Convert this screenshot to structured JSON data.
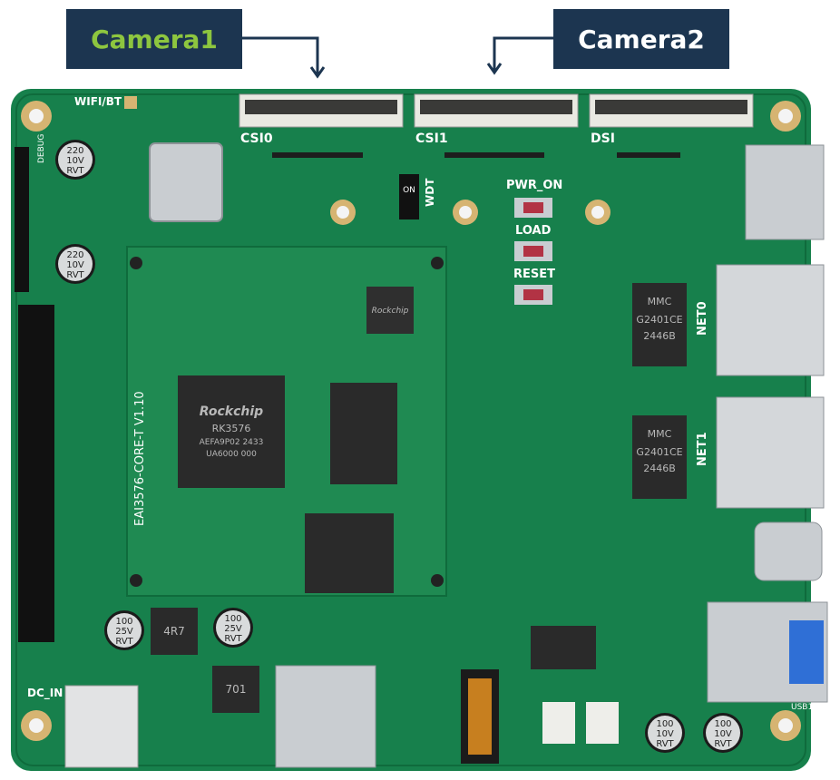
{
  "callouts": {
    "camera1": "Camera1",
    "camera2": "Camera2"
  },
  "connectors": {
    "csi0": "CSI0",
    "csi1": "CSI1",
    "dsi": "DSI"
  },
  "labels": {
    "wifi_bt": "WIFI/BT",
    "wdt": "WDT",
    "on": "ON",
    "pwr_on": "PWR_ON",
    "load": "LOAD",
    "reset": "RESET",
    "net0": "NET0",
    "net1": "NET1",
    "dc_in": "DC_IN",
    "usb1": "USB1",
    "debug": "DEBUG",
    "core_module": "EAI3576-CORE-T V1.10"
  },
  "chips": {
    "soc_brand": "Rockchip",
    "soc_model": "RK3576",
    "soc_code": "AEFA9P02 2433",
    "soc_code2": "UA6000 000",
    "pmic_brand": "Rockchip",
    "eth0_brand": "MMC",
    "eth0_model": "G2401CE",
    "eth0_code": "2446B",
    "eth1_brand": "MMC",
    "eth1_model": "G2401CE",
    "eth1_code": "2446B",
    "inductor": "4R7",
    "inductor2": "701"
  },
  "capacitors": {
    "c1": [
      "220",
      "10V",
      "RVT"
    ],
    "c2": [
      "220",
      "10V",
      "RVT"
    ],
    "c3": [
      "100",
      "25V",
      "RVT"
    ],
    "c4": [
      "100",
      "25V",
      "RVT"
    ],
    "c5": [
      "100",
      "10V",
      "RVT"
    ],
    "c6": [
      "100",
      "10V",
      "RVT"
    ]
  },
  "colors": {
    "pcb": "#17804c",
    "pcb_dark": "#0f6b3c",
    "callout_bg": "#1c3550",
    "camera1_text": "#8dc63f",
    "camera2_text": "#ffffff",
    "gold": "#d6b472",
    "metal": "#c9cdd1"
  }
}
